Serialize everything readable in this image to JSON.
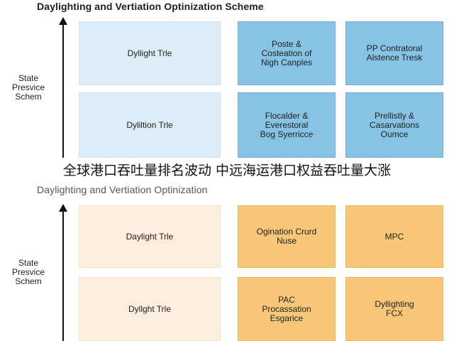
{
  "top_panel": {
    "title": "Daylighting and Vertiation Optinization Scheme",
    "axis_label": [
      "State",
      "Presvice",
      "Schem"
    ],
    "row1": [
      "Dyllight Trle",
      [
        "Poste &",
        "Costeation of",
        "Nigh Canples"
      ],
      [
        "PP Contratoral",
        "Alstence Tresk"
      ]
    ],
    "row2": [
      "Dyliltion Trle",
      [
        "Flocalder &",
        "Everestoral",
        "Bog Syerricce"
      ],
      [
        "Prellistly &",
        "Casarvations",
        "Oumce"
      ]
    ]
  },
  "caption": "全球港口吞吐量排名波动 中远海运港口权益吞吐量大涨",
  "bottom_panel": {
    "title": "Daylighting and Vertiation Optinization",
    "axis_label": [
      "State",
      "Presvice",
      "Schem"
    ],
    "row1": [
      "Daylight Trle",
      [
        "Ogination Crurd",
        "Nuse"
      ],
      [
        "MPC"
      ]
    ],
    "row2": [
      "Dyllght Trle",
      [
        "PAC",
        "Procassation",
        "Esgarice"
      ],
      [
        "Dyllighting",
        "FCX"
      ]
    ]
  },
  "colors": {
    "top_light": "#dcedf7",
    "top_accent": "#86c3e4",
    "bottom_light": "#fdeede",
    "bottom_accent": "#f8c878"
  }
}
